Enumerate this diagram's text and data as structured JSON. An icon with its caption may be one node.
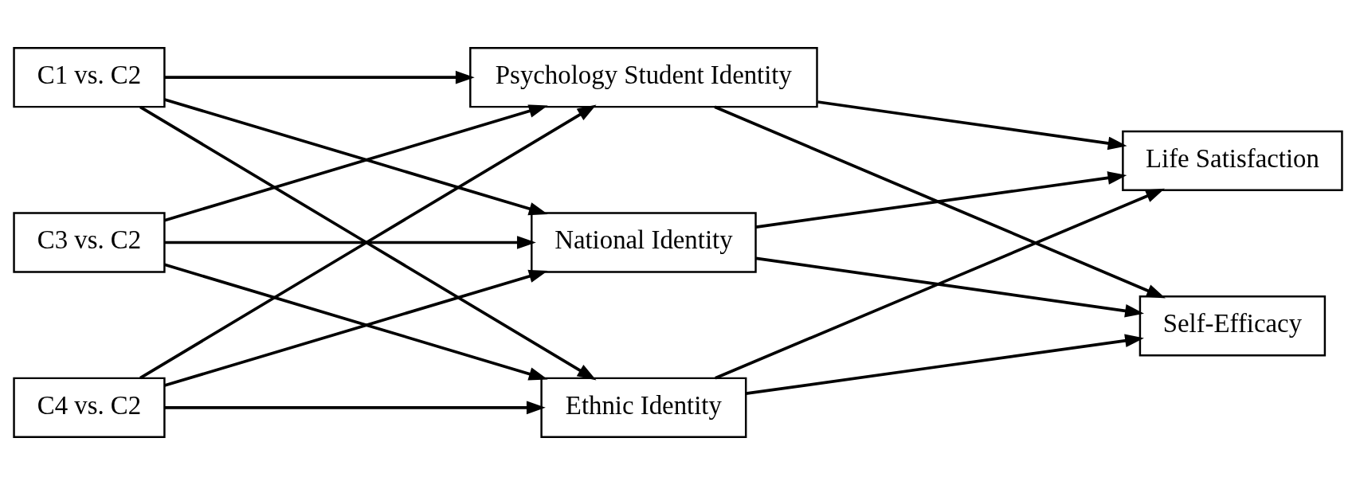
{
  "diagram": {
    "nodes": [
      {
        "text": [
          "C1 vs. C2"
        ]
      },
      {
        "text": [
          "C3 vs. C2"
        ]
      },
      {
        "text": [
          "C4 vs. C2"
        ]
      },
      {
        "text": [
          "Psychology Student Identity"
        ]
      },
      {
        "text": [
          "National Identity"
        ]
      },
      {
        "text": [
          "Ethnic Identity"
        ]
      },
      {
        "text": [
          "Life Satisfaction"
        ]
      },
      {
        "text": [
          "Self-Efficacy"
        ]
      }
    ],
    "edges": [
      {
        "from": 0,
        "to": 3,
        "arrow": "to"
      },
      {
        "from": 0,
        "to": 4,
        "arrow": "to"
      },
      {
        "from": 0,
        "to": 5,
        "arrow": "to"
      },
      {
        "from": 1,
        "to": 3,
        "arrow": "to"
      },
      {
        "from": 1,
        "to": 4,
        "arrow": "to"
      },
      {
        "from": 1,
        "to": 5,
        "arrow": "to"
      },
      {
        "from": 2,
        "to": 3,
        "arrow": "to"
      },
      {
        "from": 2,
        "to": 4,
        "arrow": "to"
      },
      {
        "from": 2,
        "to": 5,
        "arrow": "to"
      },
      {
        "from": 3,
        "to": 6,
        "arrow": "to"
      },
      {
        "from": 3,
        "to": 7,
        "arrow": "to"
      },
      {
        "from": 4,
        "to": 6,
        "arrow": "to"
      },
      {
        "from": 4,
        "to": 7,
        "arrow": "to"
      },
      {
        "from": 5,
        "to": 6,
        "arrow": "to"
      },
      {
        "from": 5,
        "to": 7,
        "arrow": "to"
      }
    ]
  }
}
